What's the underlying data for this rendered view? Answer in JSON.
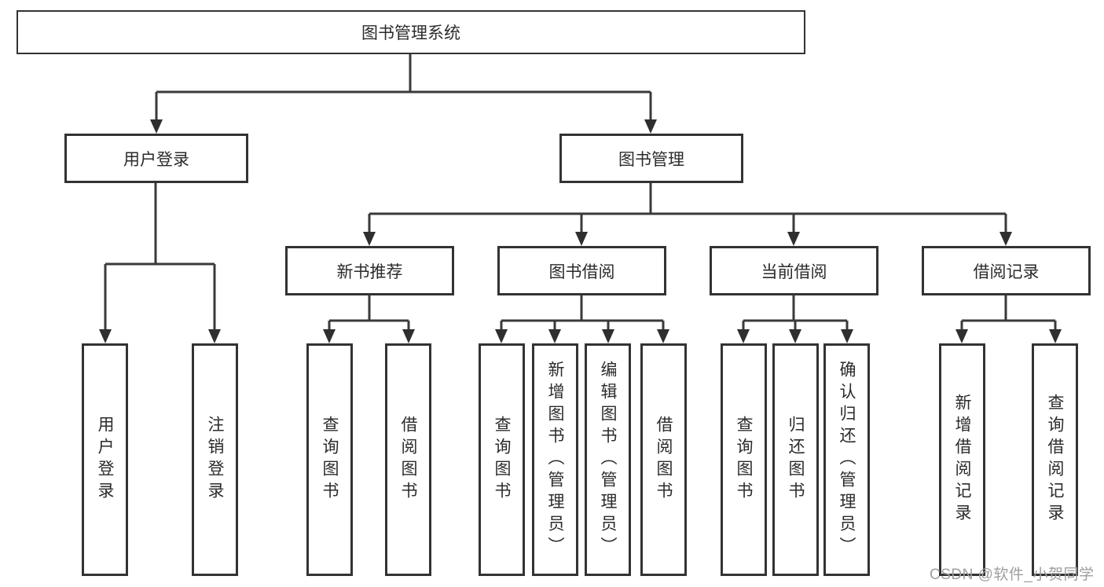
{
  "diagram": {
    "type": "hierarchy-tree",
    "root": "图书管理系统",
    "level2": [
      "用户登录",
      "图书管理"
    ],
    "level3": [
      "新书推荐",
      "图书借阅",
      "当前借阅",
      "借阅记录"
    ],
    "leaves": {
      "user_login": [
        "用户登录",
        "注销登录"
      ],
      "new_books": [
        "查询图书",
        "借阅图书"
      ],
      "book_borrowing": [
        "查询图书",
        "新增图书（管理员）",
        "编辑图书（管理员）",
        "借阅图书"
      ],
      "current_borrowing": [
        "查询图书",
        "归还图书",
        "确认归还（管理员）"
      ],
      "borrowing_records": [
        "新增借阅记录",
        "查询借阅记录"
      ]
    }
  },
  "watermark": "CSDN @软件_小贺同学",
  "colors": {
    "line": "#3a3a3a",
    "box_border": "#333333",
    "text": "#2b2b2b",
    "watermark": "#9e9e9e",
    "background": "#ffffff"
  }
}
